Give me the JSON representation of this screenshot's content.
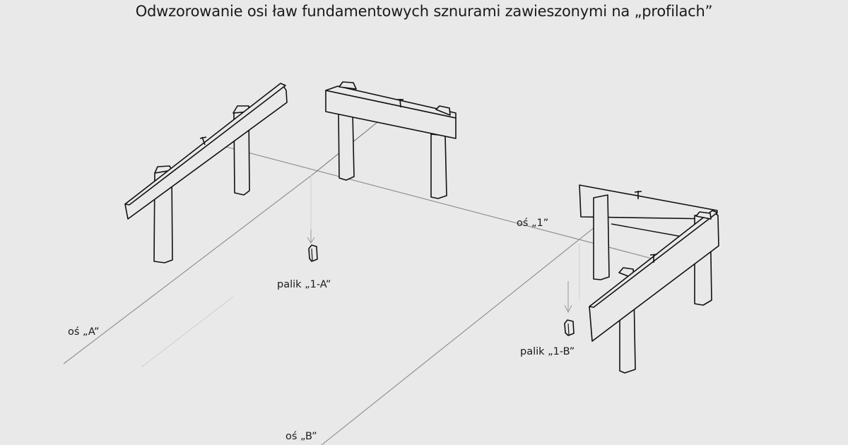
{
  "title": "Odwzorowanie osi ław fundamentowych sznurami zawieszonymi na „profilach”",
  "labels": {
    "axis_1": "oś „1”",
    "axis_A": "oś „A”",
    "axis_B": "oś „B”",
    "stake_1A": "palik „1-A”",
    "stake_1B": "palik „1-B”"
  },
  "colors": {
    "background": "#e9e9e9",
    "ink": "#111111",
    "string_line": "#777777"
  }
}
